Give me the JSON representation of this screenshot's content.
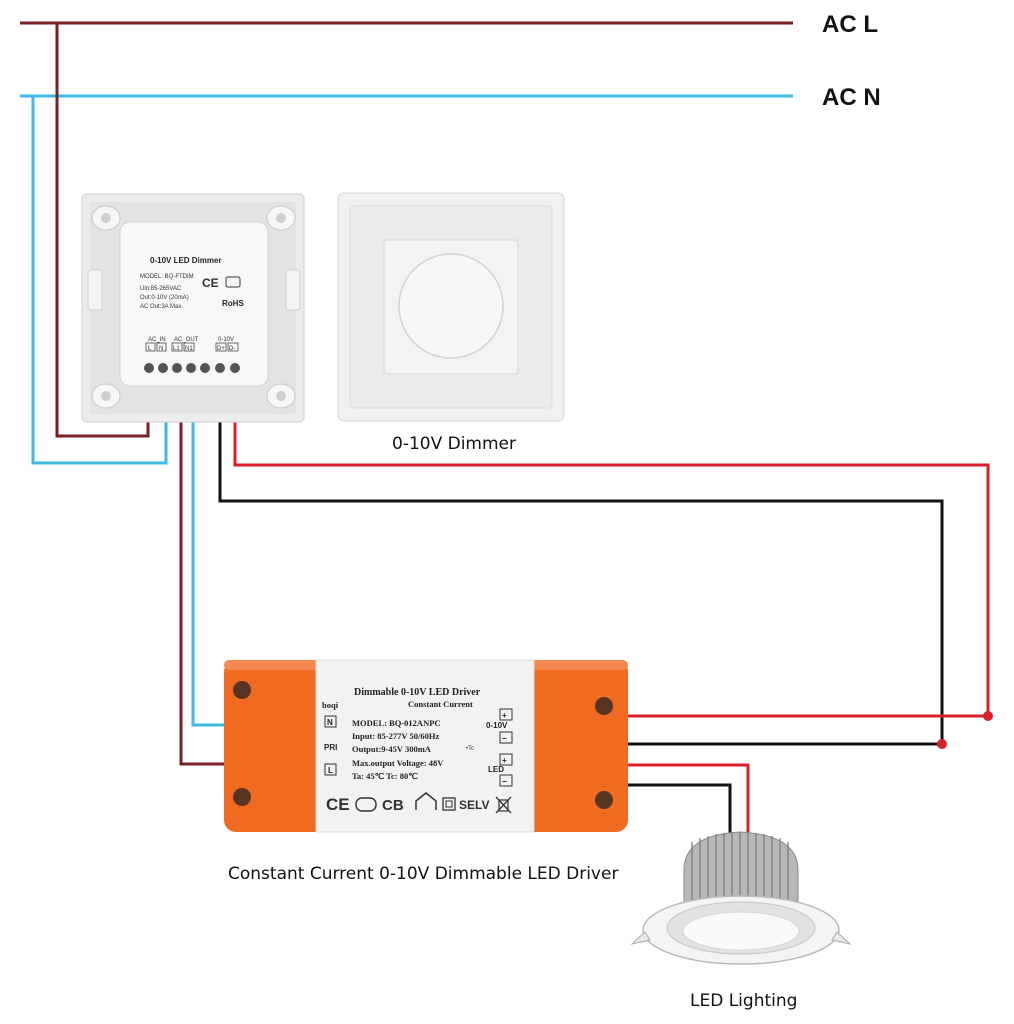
{
  "colors": {
    "line": "#7a1f24",
    "neutral": "#3db9e6",
    "dim_plus": "#d9202a",
    "dim_minus": "#111111",
    "driver_case": "#f06a22"
  },
  "mains": {
    "line_label": "AC L",
    "neutral_label": "AC N"
  },
  "dimmer_module": {
    "title": "0-10V LED Dimmer",
    "model": "MODEL: BQ-FTDIM",
    "uin": "Uin:85-265VAC",
    "out": "Out:0-10V (20mA)",
    "ac_out": "AC Out:3A Max.",
    "ce": "CE",
    "rohs": "RoHS",
    "ac_in": "AC_IN",
    "ac_out_term": "AC_OUT",
    "zero_ten": "0-10V",
    "t_l": "L",
    "t_n": "N",
    "t_l1": "L1",
    "t_n1": "N1",
    "t_dp": "D+",
    "t_dm": "D-"
  },
  "dimmer_caption": "0-10V Dimmer",
  "driver": {
    "brand": "boqi",
    "title": "Dimmable 0-10V LED Driver",
    "subtitle": "Constant Current",
    "model": "MODEL: BQ-012ANPC",
    "input": "Input: 85-277V 50/60Hz",
    "output": "Output:9-45V 300mA",
    "tc_note": "•Tc",
    "max_voltage": "Max.output Voltage: 48V",
    "temps": "Ta: 45℃ Tc: 80℃",
    "pri": "PRI",
    "t_n": "N",
    "t_l": "L",
    "sec_dim": "0-10V",
    "sec_led": "LED",
    "plus": "+",
    "minus": "−",
    "cert_ce": "CE",
    "cert_cb": "CB",
    "cert_selv": "SELV"
  },
  "driver_caption": "Constant Current 0-10V Dimmable LED Driver",
  "lamp_caption": "LED Lighting",
  "icons": [
    "dimmer-knob-icon",
    "screw-icon",
    "ce-mark-icon",
    "home-icon",
    "double-insulation-icon",
    "recycle-bin-icon",
    "led-downlight-icon"
  ]
}
